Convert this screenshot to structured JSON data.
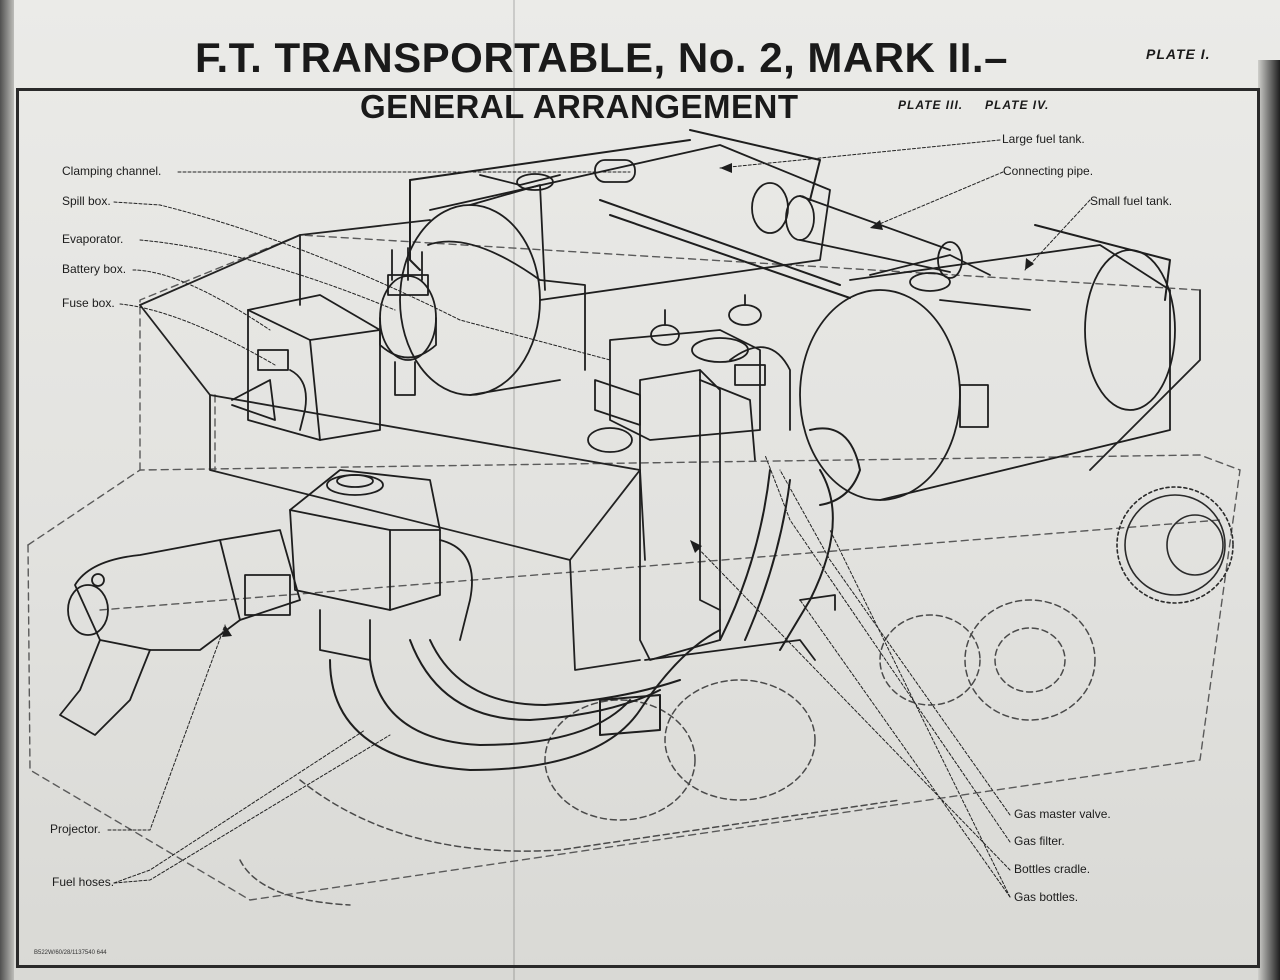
{
  "header": {
    "title": "F.T. TRANSPORTABLE, No. 2, MARK II.–",
    "subtitle": "GENERAL ARRANGEMENT",
    "plate_main": "PLATE I.",
    "plate_ref_a": "PLATE III.",
    "plate_ref_b": "PLATE IV."
  },
  "labels": {
    "clamping_channel": "Clamping channel.",
    "spill_box": "Spill box.",
    "evaporator": "Evaporator.",
    "battery_box": "Battery box.",
    "fuse_box": "Fuse box.",
    "projector": "Projector.",
    "fuel_hoses": "Fuel hoses.",
    "large_fuel_tank": "Large fuel tank.",
    "connecting_pipe": "Connecting pipe.",
    "small_fuel_tank": "Small fuel tank.",
    "gas_master_valve": "Gas master valve.",
    "gas_filter": "Gas filter.",
    "bottles_cradle": "Bottles cradle.",
    "gas_bottles": "Gas bottles."
  },
  "footer": {
    "print_code": "B522W/60/28/1137540 644"
  }
}
